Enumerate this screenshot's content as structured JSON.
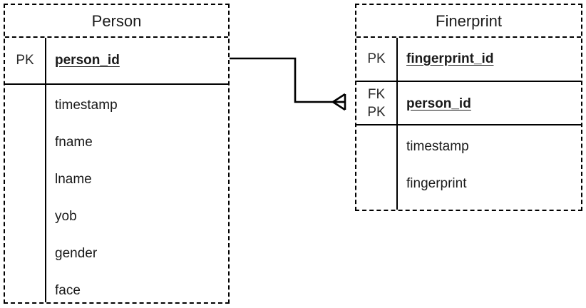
{
  "diagram": {
    "type": "entity-relationship-diagram",
    "background_color": "#ffffff",
    "line_color": "#000000",
    "entities": [
      {
        "id": "person",
        "title": "Person",
        "fields": [
          {
            "key": "PK",
            "name": "person_id",
            "is_key": true
          },
          {
            "key": "",
            "name": "timestamp",
            "is_key": false
          },
          {
            "key": "",
            "name": "fname",
            "is_key": false
          },
          {
            "key": "",
            "name": "lname",
            "is_key": false
          },
          {
            "key": "",
            "name": "yob",
            "is_key": false
          },
          {
            "key": "",
            "name": "gender",
            "is_key": false
          },
          {
            "key": "",
            "name": "face",
            "is_key": false
          }
        ]
      },
      {
        "id": "fingerprint",
        "title": "Finerprint",
        "fields": [
          {
            "key": "PK",
            "name": "fingerprint_id",
            "is_key": true
          },
          {
            "key_line1": "FK",
            "key_line2": "PK",
            "name": "person_id",
            "is_key": true
          },
          {
            "key": "",
            "name": "timestamp",
            "is_key": false
          },
          {
            "key": "",
            "name": "fingerprint",
            "is_key": false
          }
        ]
      }
    ],
    "relationship": {
      "from_entity": "Person",
      "from_field": "person_id",
      "to_entity": "Finerprint",
      "to_field": "person_id",
      "from_cardinality": "one",
      "to_cardinality": "many",
      "marker": "crows-foot"
    }
  }
}
